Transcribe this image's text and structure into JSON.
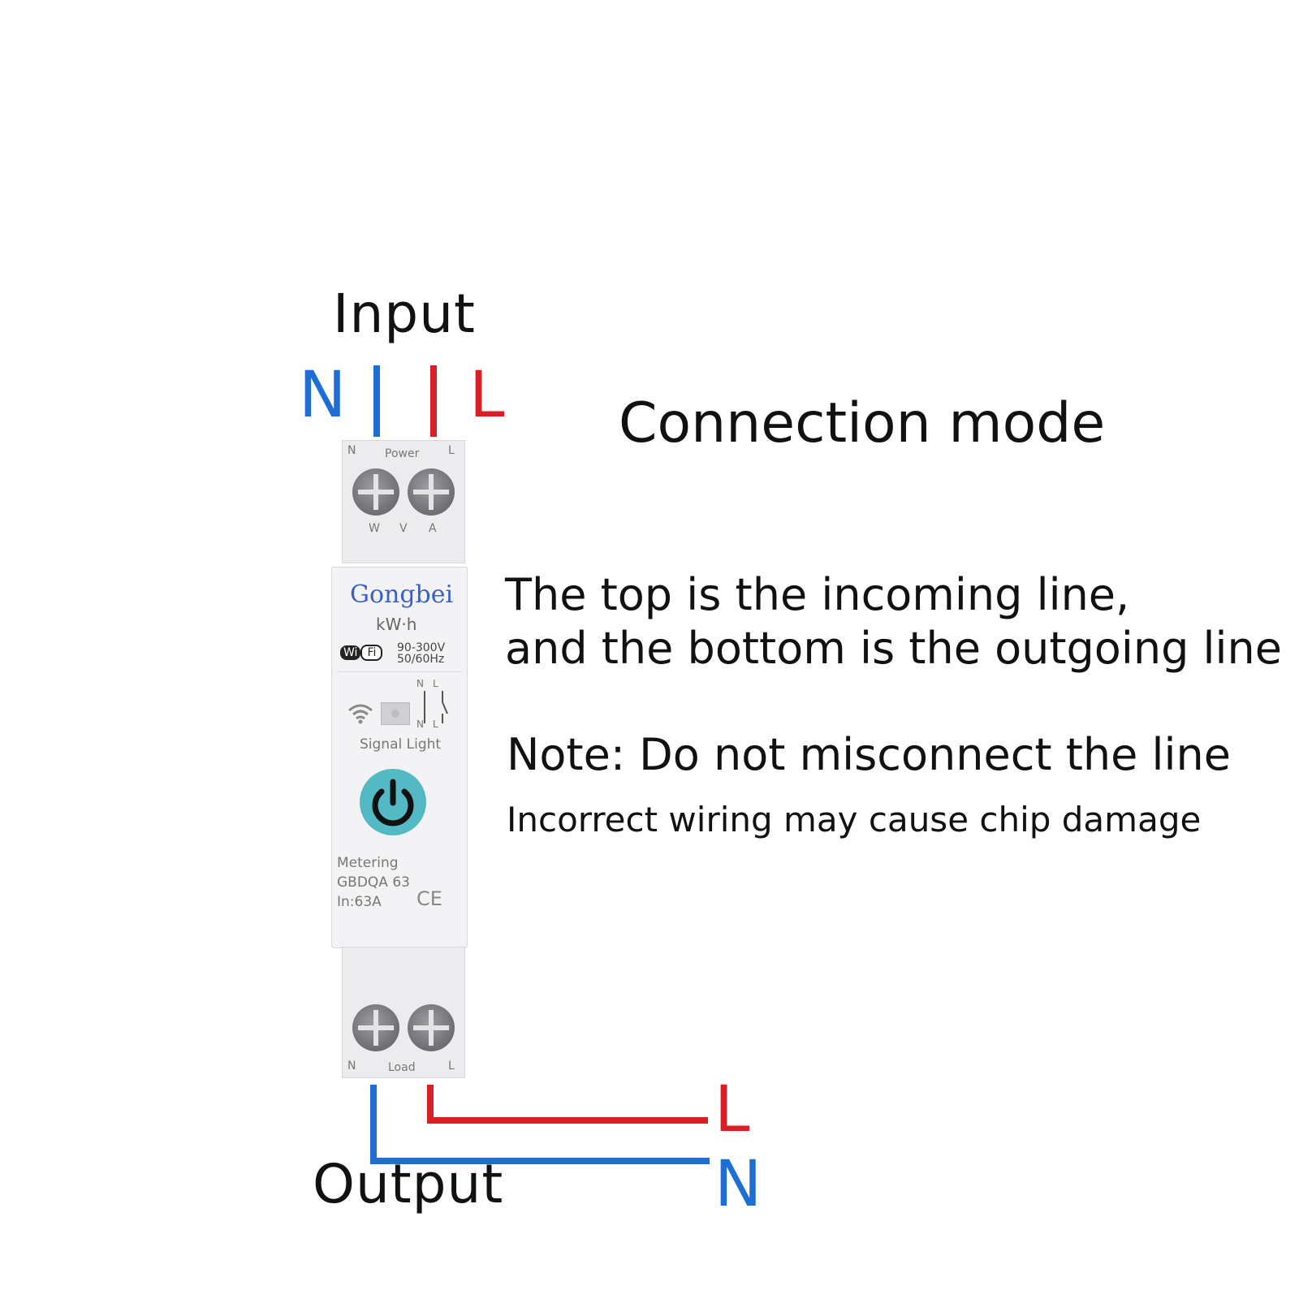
{
  "labels": {
    "input": "Input",
    "output": "Output",
    "n_top": "N",
    "l_top": "L",
    "l_bottom": "L",
    "n_bottom": "N"
  },
  "text": {
    "title": "Connection mode",
    "desc_line1": "The top is the incoming line,",
    "desc_line2": "and the bottom is the outgoing line",
    "note": "Note: Do not misconnect the line",
    "warning": "Incorrect wiring may cause chip damage"
  },
  "device": {
    "top_n": "N",
    "top_power": "Power",
    "top_l": "L",
    "meter_w": "W",
    "meter_v": "V",
    "meter_a": "A",
    "brand": "Gongbei",
    "unit": "kW·h",
    "wifi_left": "Wi",
    "wifi_right": "Fi",
    "voltage": "90-300V",
    "frequency": "50/60Hz",
    "diagram_n_top": "N",
    "diagram_l_top": "L",
    "diagram_n_bot": "N",
    "diagram_l_bot": "L",
    "signal_light": "Signal Light",
    "metering": "Metering",
    "model": "GBDQA 63",
    "rating": "In:63A",
    "ce": "CE",
    "bot_n": "N",
    "bot_load": "Load",
    "bot_l": "L"
  },
  "colors": {
    "neutral": "#1d6fd6",
    "live": "#d81f26",
    "button": "#53b9c4"
  }
}
